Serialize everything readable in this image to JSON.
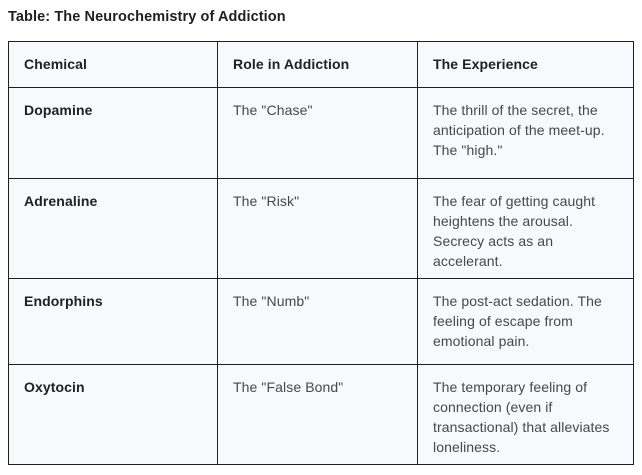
{
  "title": "Table: The Neurochemistry of Addiction",
  "colors": {
    "page_background": "#ffffff",
    "cell_background": "#f8f9fc",
    "border": "#1f1f1f",
    "header_text": "#202124",
    "body_text": "#474747"
  },
  "table": {
    "headers": [
      "Chemical",
      "Role in Addiction",
      "The Experience"
    ],
    "rows": [
      {
        "chemical": "Dopamine",
        "role": "The \"Chase\"",
        "experience": "The thrill of the secret, the anticipation of the meet-up. The \"high.\""
      },
      {
        "chemical": "Adrenaline",
        "role": "The \"Risk\"",
        "experience": "The fear of getting caught heightens the arousal. Secrecy acts as an accelerant."
      },
      {
        "chemical": "Endorphins",
        "role": "The \"Numb\"",
        "experience": "The post-act sedation. The feeling of escape from emotional pain."
      },
      {
        "chemical": "Oxytocin",
        "role": "The \"False Bond\"",
        "experience": "The temporary feeling of connection (even if transactional) that alleviates loneliness."
      }
    ]
  }
}
